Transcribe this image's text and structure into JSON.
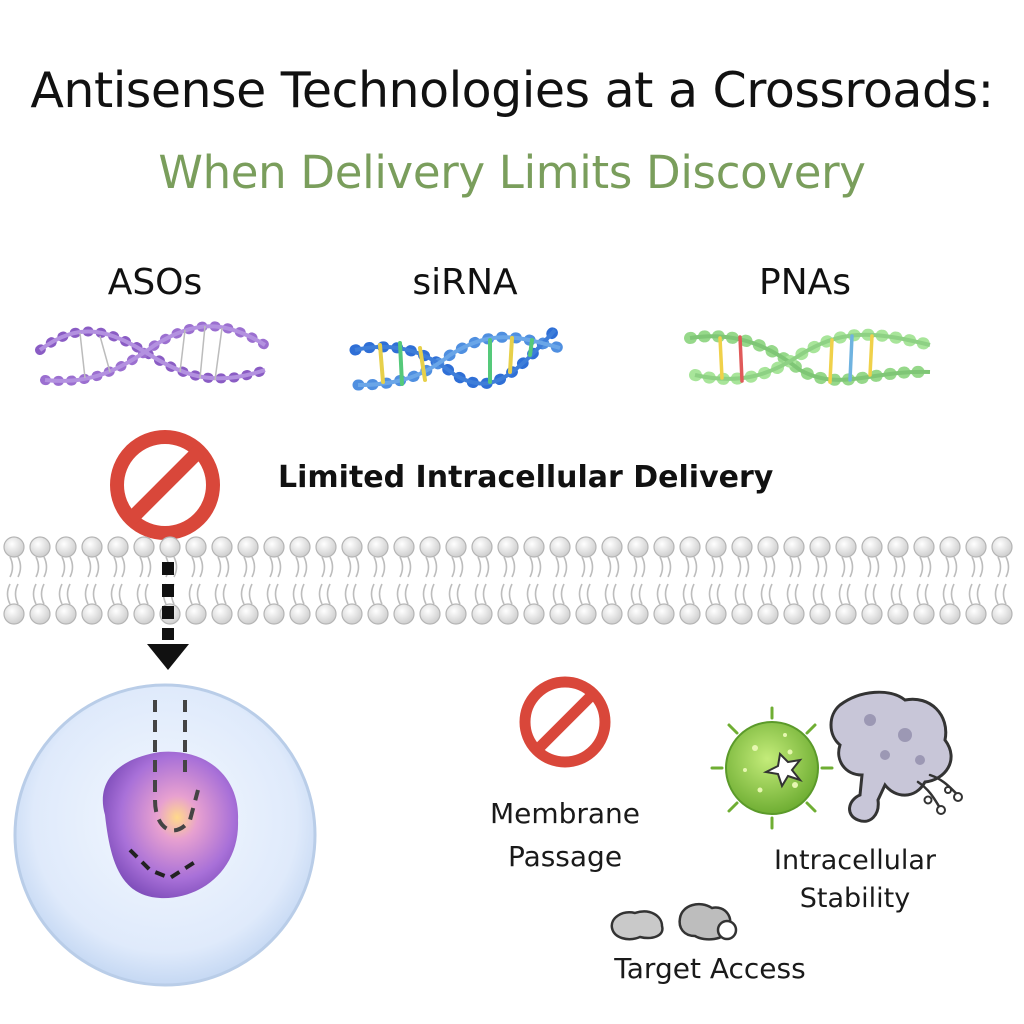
{
  "header": {
    "title": "Antisense Technologies at a Crossroads:",
    "subtitle": "When Delivery Limits Discovery"
  },
  "molecules": {
    "asos_label": "ASOs",
    "sirna_label": "siRNA",
    "pnas_label": "PNAs"
  },
  "barrier": {
    "label": "Limited Intracellular Delivery"
  },
  "challenges": {
    "membrane_passage": "Membrane Passage",
    "intracellular_stability": "Intracellular Stability",
    "target_access": "Target Access"
  },
  "colors": {
    "title": "#111111",
    "subtitle": "#7a9e5c",
    "prohibition_red": "#d9473a",
    "aso_purple": "#9b6fd0",
    "sirna_blue": "#2f6fd6",
    "pna_green": "#9fdc8a",
    "nucleus_purple": "#a86ad8",
    "pathogen_green": "#8cc84b",
    "membrane_grey": "#d6d6d6"
  }
}
